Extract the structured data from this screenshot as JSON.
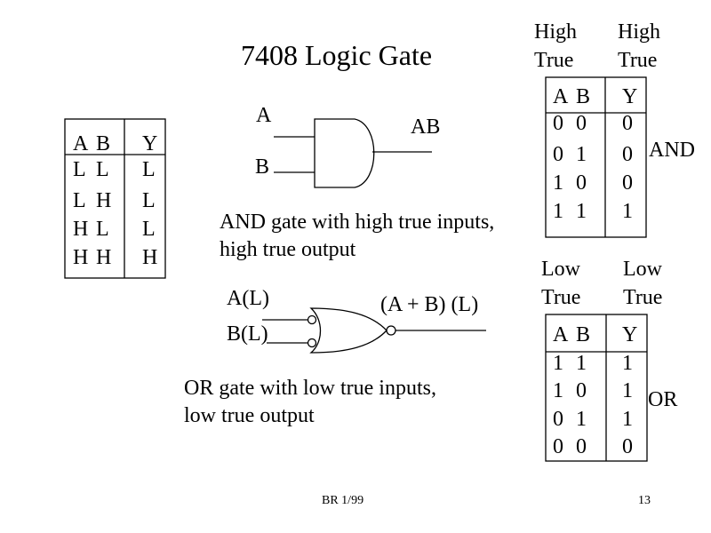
{
  "title": "7408 Logic Gate",
  "left_table": {
    "header": {
      "a": "A",
      "b": "B",
      "y": "Y"
    },
    "rows": [
      {
        "a": "L",
        "b": "L",
        "y": "L"
      },
      {
        "a": "L",
        "b": "H",
        "y": "L"
      },
      {
        "a": "H",
        "b": "L",
        "y": "L"
      },
      {
        "a": "H",
        "b": "H",
        "y": "H"
      }
    ]
  },
  "and_gate": {
    "input_a": "A",
    "input_b": "B",
    "output": "AB",
    "caption_line1": "AND gate with high true inputs,",
    "caption_line2": "high true output"
  },
  "or_gate": {
    "input_a": "A(L)",
    "input_b": "B(L)",
    "output": "(A + B) (L)",
    "caption_line1": "OR gate with low true inputs,",
    "caption_line2": "low true output"
  },
  "high_true_table": {
    "inputs_label": [
      "High",
      "True"
    ],
    "output_label": [
      "High",
      "True"
    ],
    "header": {
      "a": "A",
      "b": "B",
      "y": "Y"
    },
    "rows": [
      {
        "a": "0",
        "b": "0",
        "y": "0"
      },
      {
        "a": "0",
        "b": "1",
        "y": "0"
      },
      {
        "a": "1",
        "b": "0",
        "y": "0"
      },
      {
        "a": "1",
        "b": "1",
        "y": "1"
      }
    ],
    "side_label": "AND"
  },
  "low_true_table": {
    "inputs_label": [
      "Low",
      "True"
    ],
    "output_label": [
      "Low",
      "True"
    ],
    "header": {
      "a": "A",
      "b": "B",
      "y": "Y"
    },
    "rows": [
      {
        "a": "1",
        "b": "1",
        "y": "1"
      },
      {
        "a": "1",
        "b": "0",
        "y": "1"
      },
      {
        "a": "0",
        "b": "1",
        "y": "1"
      },
      {
        "a": "0",
        "b": "0",
        "y": "0"
      }
    ],
    "side_label": "OR"
  },
  "footer": {
    "left": "BR 1/99",
    "page": "13"
  }
}
